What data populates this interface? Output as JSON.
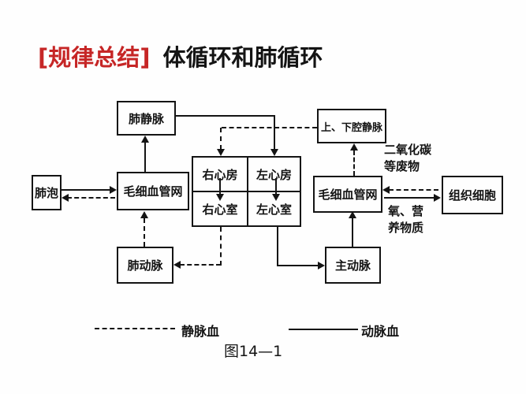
{
  "colors": {
    "accent_red": "#c62626",
    "ink": "#141414",
    "background": "#fefefe"
  },
  "title": {
    "bracket_text": "[规律总结]",
    "main_text": "体循环和肺循环"
  },
  "diagram": {
    "boxes": {
      "pulmonary_vein": "肺静脉",
      "vena_cava": "上、下腔静脉",
      "alveoli": "肺泡",
      "lung_capillaries": "毛细血管网",
      "right_atrium": "右心房",
      "left_atrium": "左心房",
      "right_ventricle": "右心室",
      "left_ventricle": "左心室",
      "body_capillaries": "毛细血管网",
      "tissue_cells": "组织细胞",
      "pulmonary_artery": "肺动脉",
      "aorta": "主动脉"
    },
    "annotations": {
      "co2_waste_line1": "二氧化碳",
      "co2_waste_line2": "等废物",
      "oxygen_nutrients_line1": "氧、营",
      "oxygen_nutrients_line2": "养物质"
    }
  },
  "legend": {
    "venous_blood": "静脉血",
    "arterial_blood": "动脉血"
  },
  "caption": "图14—1"
}
